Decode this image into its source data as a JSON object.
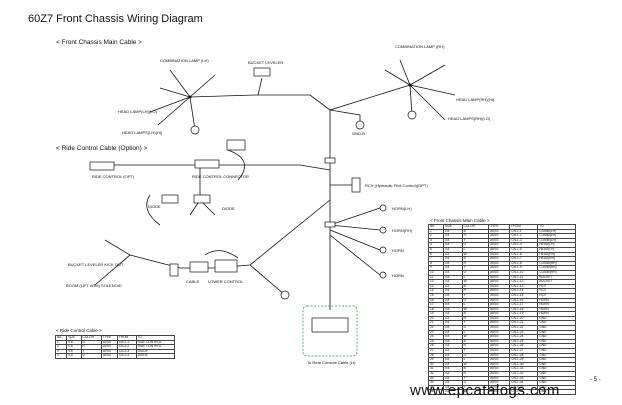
{
  "title": "60Z7 Front Chassis Wiring Diagram",
  "sections": {
    "main_cable": "< Front Chassis Main Cable >",
    "ride_control": "< Ride Control Cable (Option) >"
  },
  "labels": {
    "rcv": "RCV (Hydraulic Pilot Control)(OPT)",
    "to_rear": "To Rear Console Cable (Lt)",
    "gnd_small": "GND-B",
    "combination_lh": "COMBINATION LAMP (LH)",
    "combination_rh": "COMBINATION LAMP (RH)",
    "bucket_leveler": "BUCKET LEVELER",
    "head_lamp_lh_lo": "HEAD LAMP(LH)(LO)",
    "head_lamp_lh_hi": "HEAD LAMPS(LH)(HI)",
    "head_lamp_rh_hi": "HEAD LAMP(RH)(HI)",
    "head_lamp_rh_lo": "HEAD LAMPS(RH)(LO)",
    "ride_control_opt": "RIDE CONTROL (OPT)",
    "ride_control_connector": "RIDE CONTROL CONNECTOR",
    "diode_1": "DIODE",
    "diode_2": "DIODE",
    "bucket_leveler_kick": "BUCKET LEVELER KICK OUT",
    "boom_kick": "BOOM (LIFT ARM) SOLENOID",
    "lower_control": "LOWER CONTROL",
    "cable_label": "CABLE",
    "horn_1": "HORN(LH)",
    "horn_2": "HORN(RH)",
    "horn_3": "HORN",
    "horn_4": "HORN"
  },
  "main_table": {
    "caption": "< Front Chassis Main Cable >",
    "headers": [
      "No.",
      "SIZE",
      "COLOR",
      "TYPE",
      "FROM",
      "TO"
    ],
    "rows": [
      [
        "1",
        "0.8",
        "B",
        "AVSS",
        "CN-1-1",
        "COMBI(LH)"
      ],
      [
        "2",
        "0.8",
        "R",
        "AVSS",
        "CN-1-2",
        "COMBI(LH)"
      ],
      [
        "3",
        "0.8",
        "Y",
        "AVSS",
        "CN-1-3",
        "COMBI(LH)"
      ],
      [
        "4",
        "0.8",
        "G",
        "AVSS",
        "CN-1-4",
        "HEAD(LH)"
      ],
      [
        "5",
        "0.8",
        "L",
        "AVSS",
        "CN-1-5",
        "HEAD(LH)"
      ],
      [
        "6",
        "0.8",
        "W",
        "AVSS",
        "CN-1-6",
        "HEAD(RH)"
      ],
      [
        "7",
        "0.8",
        "B",
        "AVSS",
        "CN-1-7",
        "HEAD(RH)"
      ],
      [
        "8",
        "0.8",
        "R",
        "AVSS",
        "CN-1-8",
        "COMBI(RH)"
      ],
      [
        "9",
        "0.8",
        "Y",
        "AVSS",
        "CN-1-9",
        "COMBI(RH)"
      ],
      [
        "10",
        "0.8",
        "G",
        "AVSS",
        "CN-1-10",
        "COMBI(RH)"
      ],
      [
        "11",
        "0.8",
        "L",
        "AVSS",
        "CN-1-11",
        "BUCKET"
      ],
      [
        "12",
        "0.8",
        "W",
        "AVSS",
        "CN-1-12",
        "BUCKET"
      ],
      [
        "13",
        "0.8",
        "B",
        "AVSS",
        "CN-1-13",
        "RCV"
      ],
      [
        "14",
        "0.8",
        "R",
        "AVSS",
        "CN-1-14",
        "RCV"
      ],
      [
        "15",
        "0.8",
        "Y",
        "AVSS",
        "CN-1-15",
        "RCV"
      ],
      [
        "16",
        "0.8",
        "G",
        "AVSS",
        "CN-1-16",
        "HORN"
      ],
      [
        "17",
        "0.8",
        "L",
        "AVSS",
        "CN-1-17",
        "HORN"
      ],
      [
        "18",
        "0.8",
        "W",
        "AVSS",
        "CN-1-18",
        "HORN"
      ],
      [
        "19",
        "0.8",
        "B",
        "AVSS",
        "CN-1-19",
        "HORN"
      ],
      [
        "20",
        "0.8",
        "R",
        "AVSS",
        "CN-1-20",
        "GND"
      ],
      [
        "21",
        "0.8",
        "Y",
        "AVSS",
        "CN-1-21",
        "GND"
      ],
      [
        "22",
        "0.8",
        "G",
        "AVSS",
        "CN-1-22",
        "GND"
      ],
      [
        "23",
        "0.8",
        "L",
        "AVSS",
        "CN-1-23",
        "GND"
      ],
      [
        "24",
        "0.8",
        "W",
        "AVSS",
        "CN-1-24",
        "GND"
      ],
      [
        "25",
        "0.8",
        "B",
        "AVSS",
        "CN-1-25",
        "GND"
      ],
      [
        "26",
        "0.8",
        "R",
        "AVSS",
        "CN-1-26",
        "GND"
      ],
      [
        "27",
        "0.8",
        "Y",
        "AVSS",
        "CN-1-27",
        "GND"
      ],
      [
        "28",
        "0.8",
        "G",
        "AVSS",
        "CN-1-28",
        "GND"
      ],
      [
        "29",
        "0.8",
        "L",
        "AVSS",
        "CN-1-29",
        "GND"
      ],
      [
        "30",
        "0.8",
        "W",
        "AVSS",
        "CN-1-30",
        "GND"
      ],
      [
        "31",
        "0.8",
        "B",
        "AVSS",
        "CN-1-31",
        "GND"
      ],
      [
        "32",
        "0.8",
        "R",
        "AVSS",
        "CN-1-32",
        "GND"
      ],
      [
        "33",
        "0.8",
        "Y",
        "AVSS",
        "CN-1-33",
        "GND"
      ],
      [
        "34",
        "0.8",
        "G",
        "AVSS",
        "CN-1-34",
        "GND"
      ],
      [
        "35",
        "0.8",
        "L",
        "AVSS",
        "CN-1-35",
        "GND"
      ],
      [
        "36",
        "0.8",
        "W",
        "AVSS",
        "CN-1-36",
        "GND"
      ]
    ]
  },
  "ride_table": {
    "caption": "< Ride Control Cable >",
    "headers": [
      "No.",
      "SIZE",
      "COLOR",
      "TYPE",
      "FROM",
      "TO"
    ],
    "rows": [
      [
        "1",
        "0.8",
        "B",
        "AVSS",
        "CN-2-1",
        "RIDE CONTROL"
      ],
      [
        "2",
        "0.8",
        "R",
        "AVSS",
        "CN-2-2",
        "RIDE CONTROL"
      ],
      [
        "3",
        "0.8",
        "Y",
        "AVSS",
        "CN-2-3",
        "DIODE"
      ],
      [
        "4",
        "0.8",
        "G",
        "AVSS",
        "CN-2-4",
        "DIODE"
      ]
    ]
  },
  "footer": {
    "brand": "www.epcatalogs.com",
    "page": "- 5 -"
  }
}
